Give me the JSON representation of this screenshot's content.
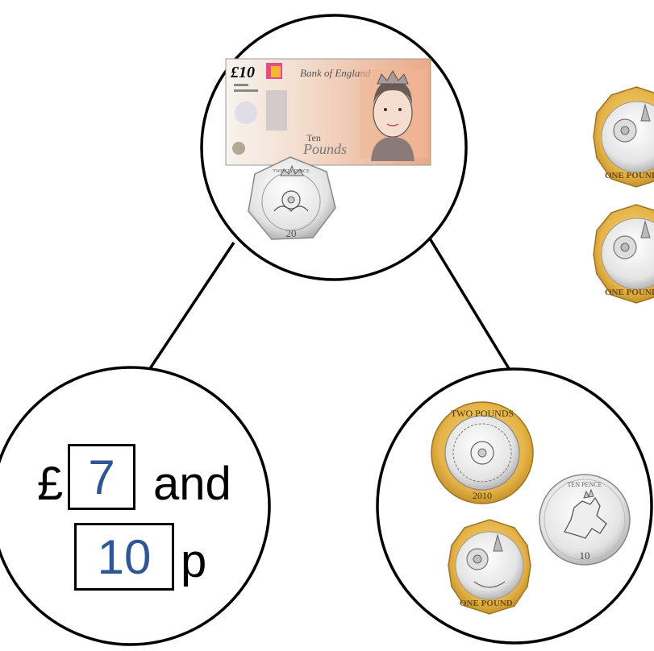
{
  "part_whole": {
    "whole": {
      "items": [
        "ten-pound-note",
        "twenty-pence-coin"
      ]
    },
    "part_left": {
      "pound_symbol": "£",
      "pounds_value": "7",
      "and_text": "and",
      "pence_value": "10",
      "pence_symbol": "p"
    },
    "part_right": {
      "items": [
        "two-pound-coin",
        "ten-pence-coin",
        "one-pound-coin"
      ]
    }
  },
  "side_coins": [
    "one-pound-coin",
    "one-pound-coin"
  ],
  "note_text": {
    "value": "£10",
    "bank": "Bank of England",
    "ten": "Ten",
    "pounds": "Pounds"
  },
  "coin_text": {
    "twenty_pence_top": "TWENTY PENCE",
    "twenty_pence_value": "20",
    "two_pounds_top": "TWO POUNDS",
    "two_pounds_year": "2010",
    "ten_pence_top": "TEN PENCE",
    "ten_pence_value": "10",
    "one_pound_bottom": "ONE POUND"
  },
  "colors": {
    "answer_blue": "#2f5597",
    "gold": "#e8b84a",
    "silver": "#dcdcdc",
    "note_orange": "#e8a882"
  }
}
